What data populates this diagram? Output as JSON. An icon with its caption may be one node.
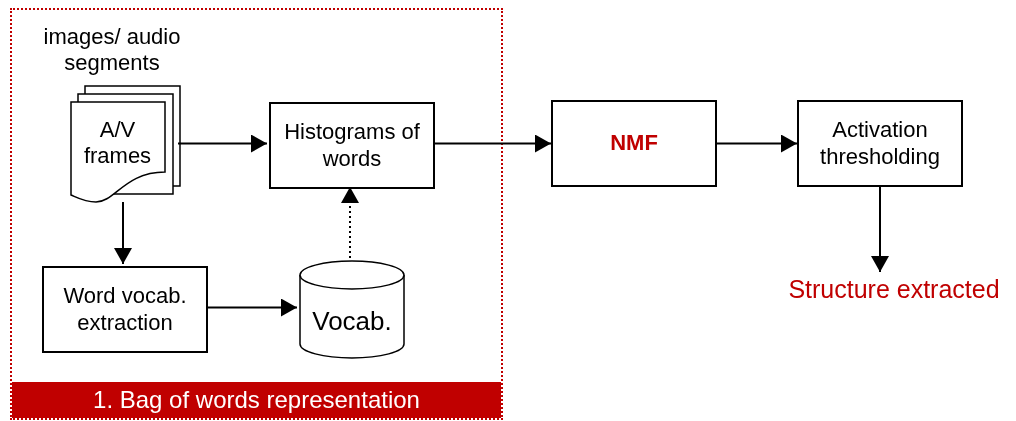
{
  "diagram": {
    "nodes": [
      {
        "text": [
          "1. Bag of words representation"
        ]
      },
      {
        "text": [
          "A/V frames"
        ],
        "beside": [
          "images/ audio segments"
        ],
        "in": 0
      },
      {
        "text": [
          "Histograms of words"
        ],
        "in": 0
      },
      {
        "text": [
          "Word vocab. extraction"
        ],
        "in": 0
      },
      {
        "text": [
          "Vocab."
        ],
        "in": 0
      },
      {
        "text": [
          "NMF"
        ]
      },
      {
        "text": [
          "Activation thresholding"
        ]
      },
      {
        "text": [
          "Structure extracted"
        ]
      }
    ],
    "edges": [
      {
        "from": 1,
        "to": 2,
        "arrow": "to"
      },
      {
        "from": 1,
        "to": 3,
        "arrow": "to"
      },
      {
        "from": 3,
        "to": 4,
        "arrow": "to"
      },
      {
        "from": 4,
        "to": 2,
        "arrow": "to",
        "style": "dashed"
      },
      {
        "from": 2,
        "to": 5,
        "arrow": "to"
      },
      {
        "from": 5,
        "to": 6,
        "arrow": "to"
      },
      {
        "from": 6,
        "to": 7,
        "arrow": "to"
      }
    ]
  }
}
